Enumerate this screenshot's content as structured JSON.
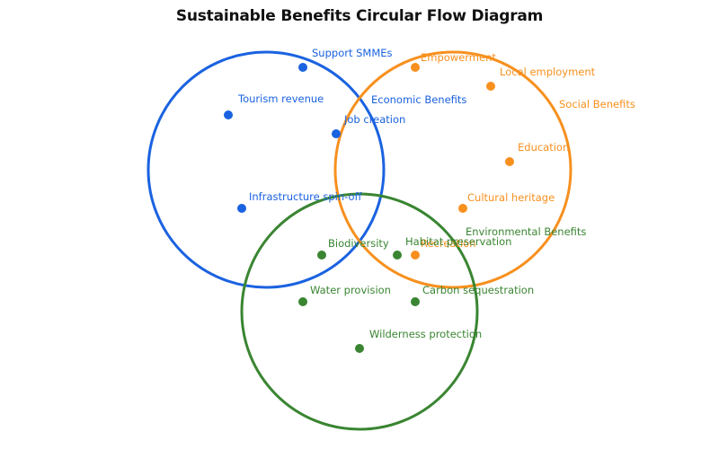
{
  "title": "Sustainable Benefits Circular Flow Diagram",
  "colors": {
    "economic": "#1a62e0",
    "social": "#f7901e",
    "environmental": "#3a8532"
  },
  "sets": [
    {
      "key": "economic",
      "label": "Economic Benefits",
      "items": [
        "Support SMMEs",
        "Tourism revenue",
        "Job creation",
        "Infrastructure spin-off"
      ]
    },
    {
      "key": "social",
      "label": "Social Benefits",
      "items": [
        "Empowerment",
        "Local employment",
        "Education",
        "Cultural heritage",
        "Recreation"
      ]
    },
    {
      "key": "environmental",
      "label": "Environmental Benefits",
      "items": [
        "Biodiversity",
        "Habitat preservation",
        "Water provision",
        "Carbon sequestration",
        "Wilderness protection"
      ]
    }
  ]
}
